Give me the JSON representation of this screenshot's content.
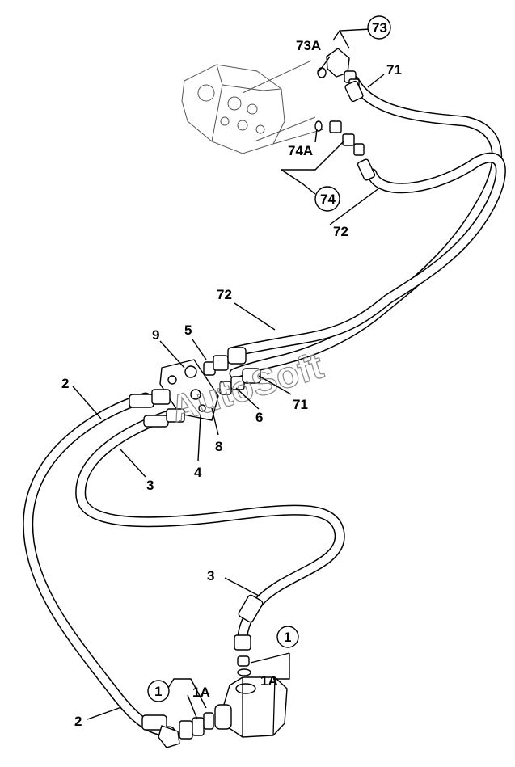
{
  "watermark": "AutoSoft",
  "callouts": {
    "c73": "73",
    "c73a": "73A",
    "c71_top": "71",
    "c74a": "74A",
    "c74": "74",
    "c72_top": "72",
    "c72_mid": "72",
    "c9": "9",
    "c5": "5",
    "c2_top": "2",
    "c71_mid": "71",
    "c6": "6",
    "c8": "8",
    "c3_left": "3",
    "c4": "4",
    "c3_low": "3",
    "c1_right": "1",
    "c1a_right": "1A",
    "c1_left": "1",
    "c1a_left": "1A",
    "c2_bottom": "2"
  }
}
